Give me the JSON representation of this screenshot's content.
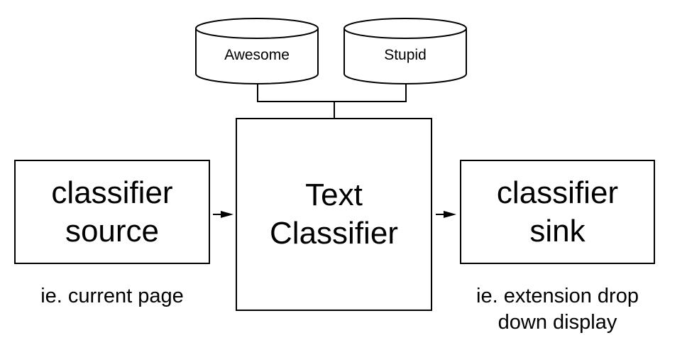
{
  "databases": [
    {
      "id": "awesome",
      "label": "Awesome"
    },
    {
      "id": "stupid",
      "label": "Stupid"
    }
  ],
  "source": {
    "lines": [
      "classifier",
      "source"
    ],
    "note": "ie. current page"
  },
  "classifier": {
    "lines": [
      "Text",
      "Classifier"
    ]
  },
  "sink": {
    "lines": [
      "classifier",
      "sink"
    ],
    "note_lines": [
      "ie. extension drop",
      "down display"
    ]
  },
  "colors": {
    "stroke": "#000000",
    "fill": "#ffffff"
  }
}
